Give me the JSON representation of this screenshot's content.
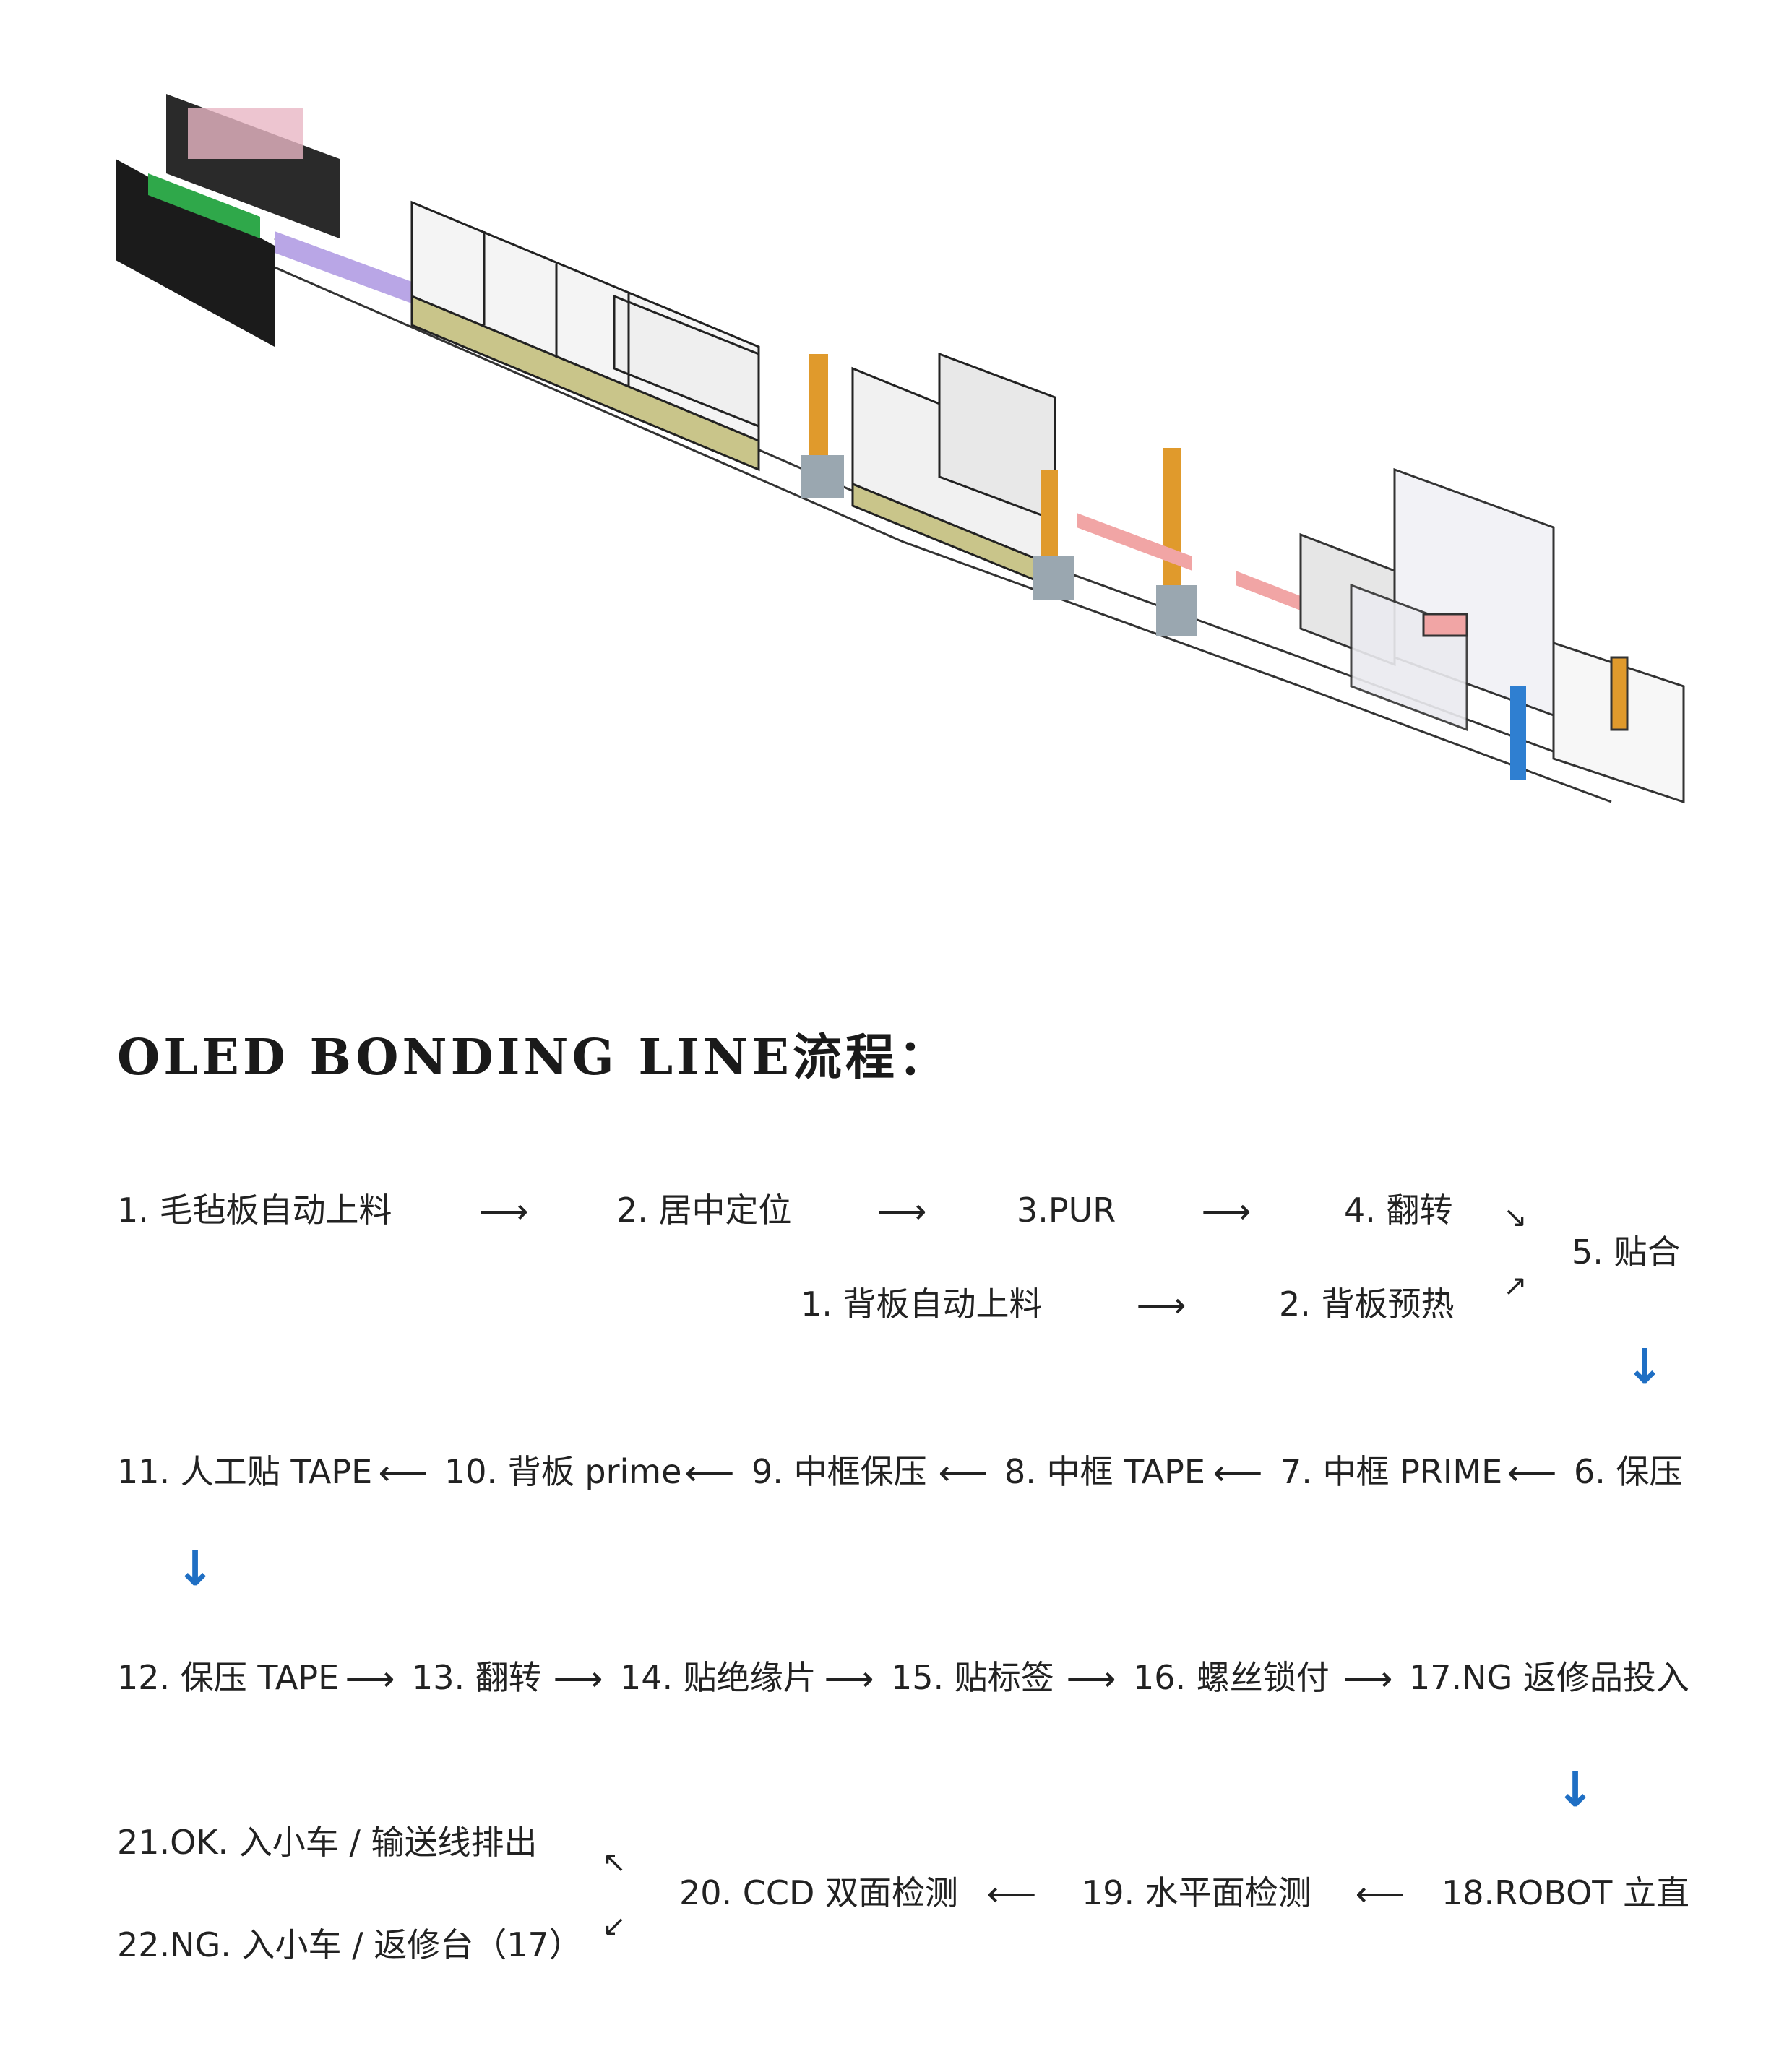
{
  "title": "OLED BONDING LINE流程：",
  "colors": {
    "flow_arrow_blue": "#1f6fc4",
    "text": "#222222",
    "title": "#1a1a1a"
  },
  "illustration": {
    "name": "oled-bonding-line-equipment-rendering"
  },
  "steps": {
    "felt_load": "1. 毛毡板自动上料",
    "center_position": "2. 居中定位",
    "pur": "3.PUR",
    "flip_1": "4. 翻转",
    "bond": "5. 贴合",
    "backplate_load": "1. 背板自动上料",
    "backplate_preheat": "2. 背板预热",
    "press_1": "6. 保压",
    "frame_prime": "7. 中框 PRIME",
    "frame_tape": "8. 中框 TAPE",
    "frame_press": "9. 中框保压",
    "backplate_prime": "10. 背板 prime",
    "manual_tape": "11. 人工贴 TAPE",
    "press_tape": "12. 保压 TAPE",
    "flip_2": "13. 翻转",
    "insulation_sheet": "14. 贴绝缘片",
    "label": "15. 贴标签",
    "screw_lock": "16. 螺丝锁付",
    "ng_rework_input": "17.NG 返修品投入",
    "robot_upright": "18.ROBOT 立直",
    "level_inspect": "19. 水平面检测",
    "ccd_inspect": "20. CCD 双面检测",
    "ok_out": "21.OK. 入小车 / 输送线排出",
    "ng_out": "22.NG. 入小车 / 返修台（17）"
  },
  "arrows": {
    "right": "⟶",
    "left": "⟵",
    "down": "↓",
    "down_right": "↘",
    "up_right": "↗",
    "up_left": "↖",
    "down_left": "↙"
  }
}
